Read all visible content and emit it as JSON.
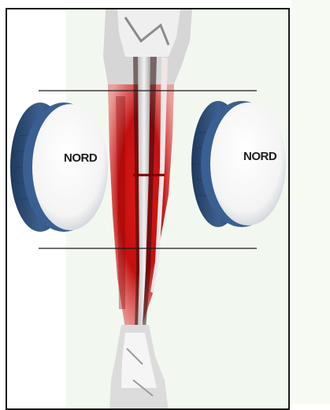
{
  "magnets": [
    {
      "label": "NORD"
    },
    {
      "label": "NORD"
    }
  ],
  "colors": {
    "magnet_rim": "#2f4e78",
    "magnet_face": "#ffffff",
    "muscle": "#d41212",
    "bone": "#e9e9e9",
    "frame": "#1a1a1a"
  },
  "icons": [
    "magnet-left",
    "magnet-right",
    "leg-xray",
    "fracture-line",
    "field-line-top",
    "field-line-bottom"
  ]
}
